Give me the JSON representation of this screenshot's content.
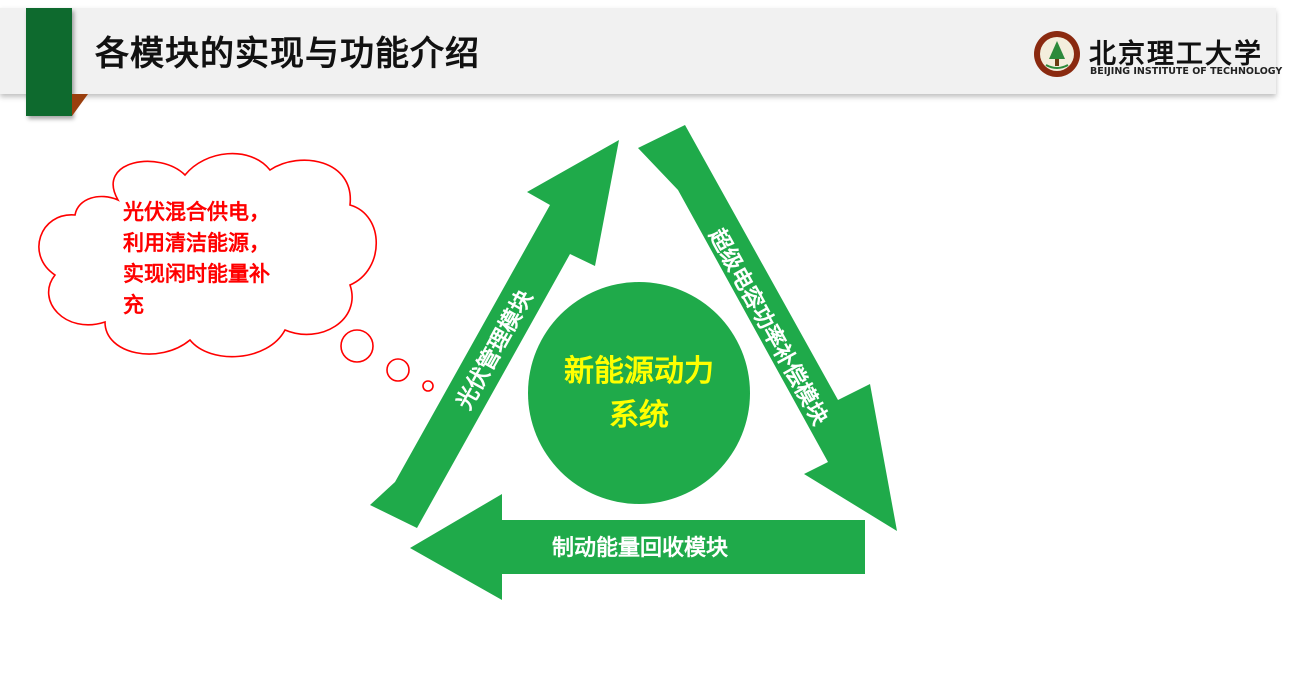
{
  "header": {
    "title": "各模块的实现与功能介绍",
    "logo_cn": "北京理工大学",
    "logo_en": "BEIJING INSTITUTE OF TECHNOLOGY"
  },
  "diagram": {
    "center": [
      "新能源动力",
      "系统"
    ],
    "modules": {
      "left": "光伏管理模块",
      "right": "超级电容功率补偿模块",
      "bottom": "制动能量回收模块"
    },
    "thought_cloud": [
      "光伏混合供电，",
      "利用清洁能源，",
      "实现闲时能量补",
      "充"
    ],
    "colors": {
      "arrow": "#1faa4a",
      "center_circle": "#1faa4a",
      "center_text": "#ffff00",
      "cloud_text": "#ff0000",
      "cloud_outline": "#ff0000",
      "header_green": "#0e6a2e",
      "header_brown": "#9a3f0e"
    }
  }
}
